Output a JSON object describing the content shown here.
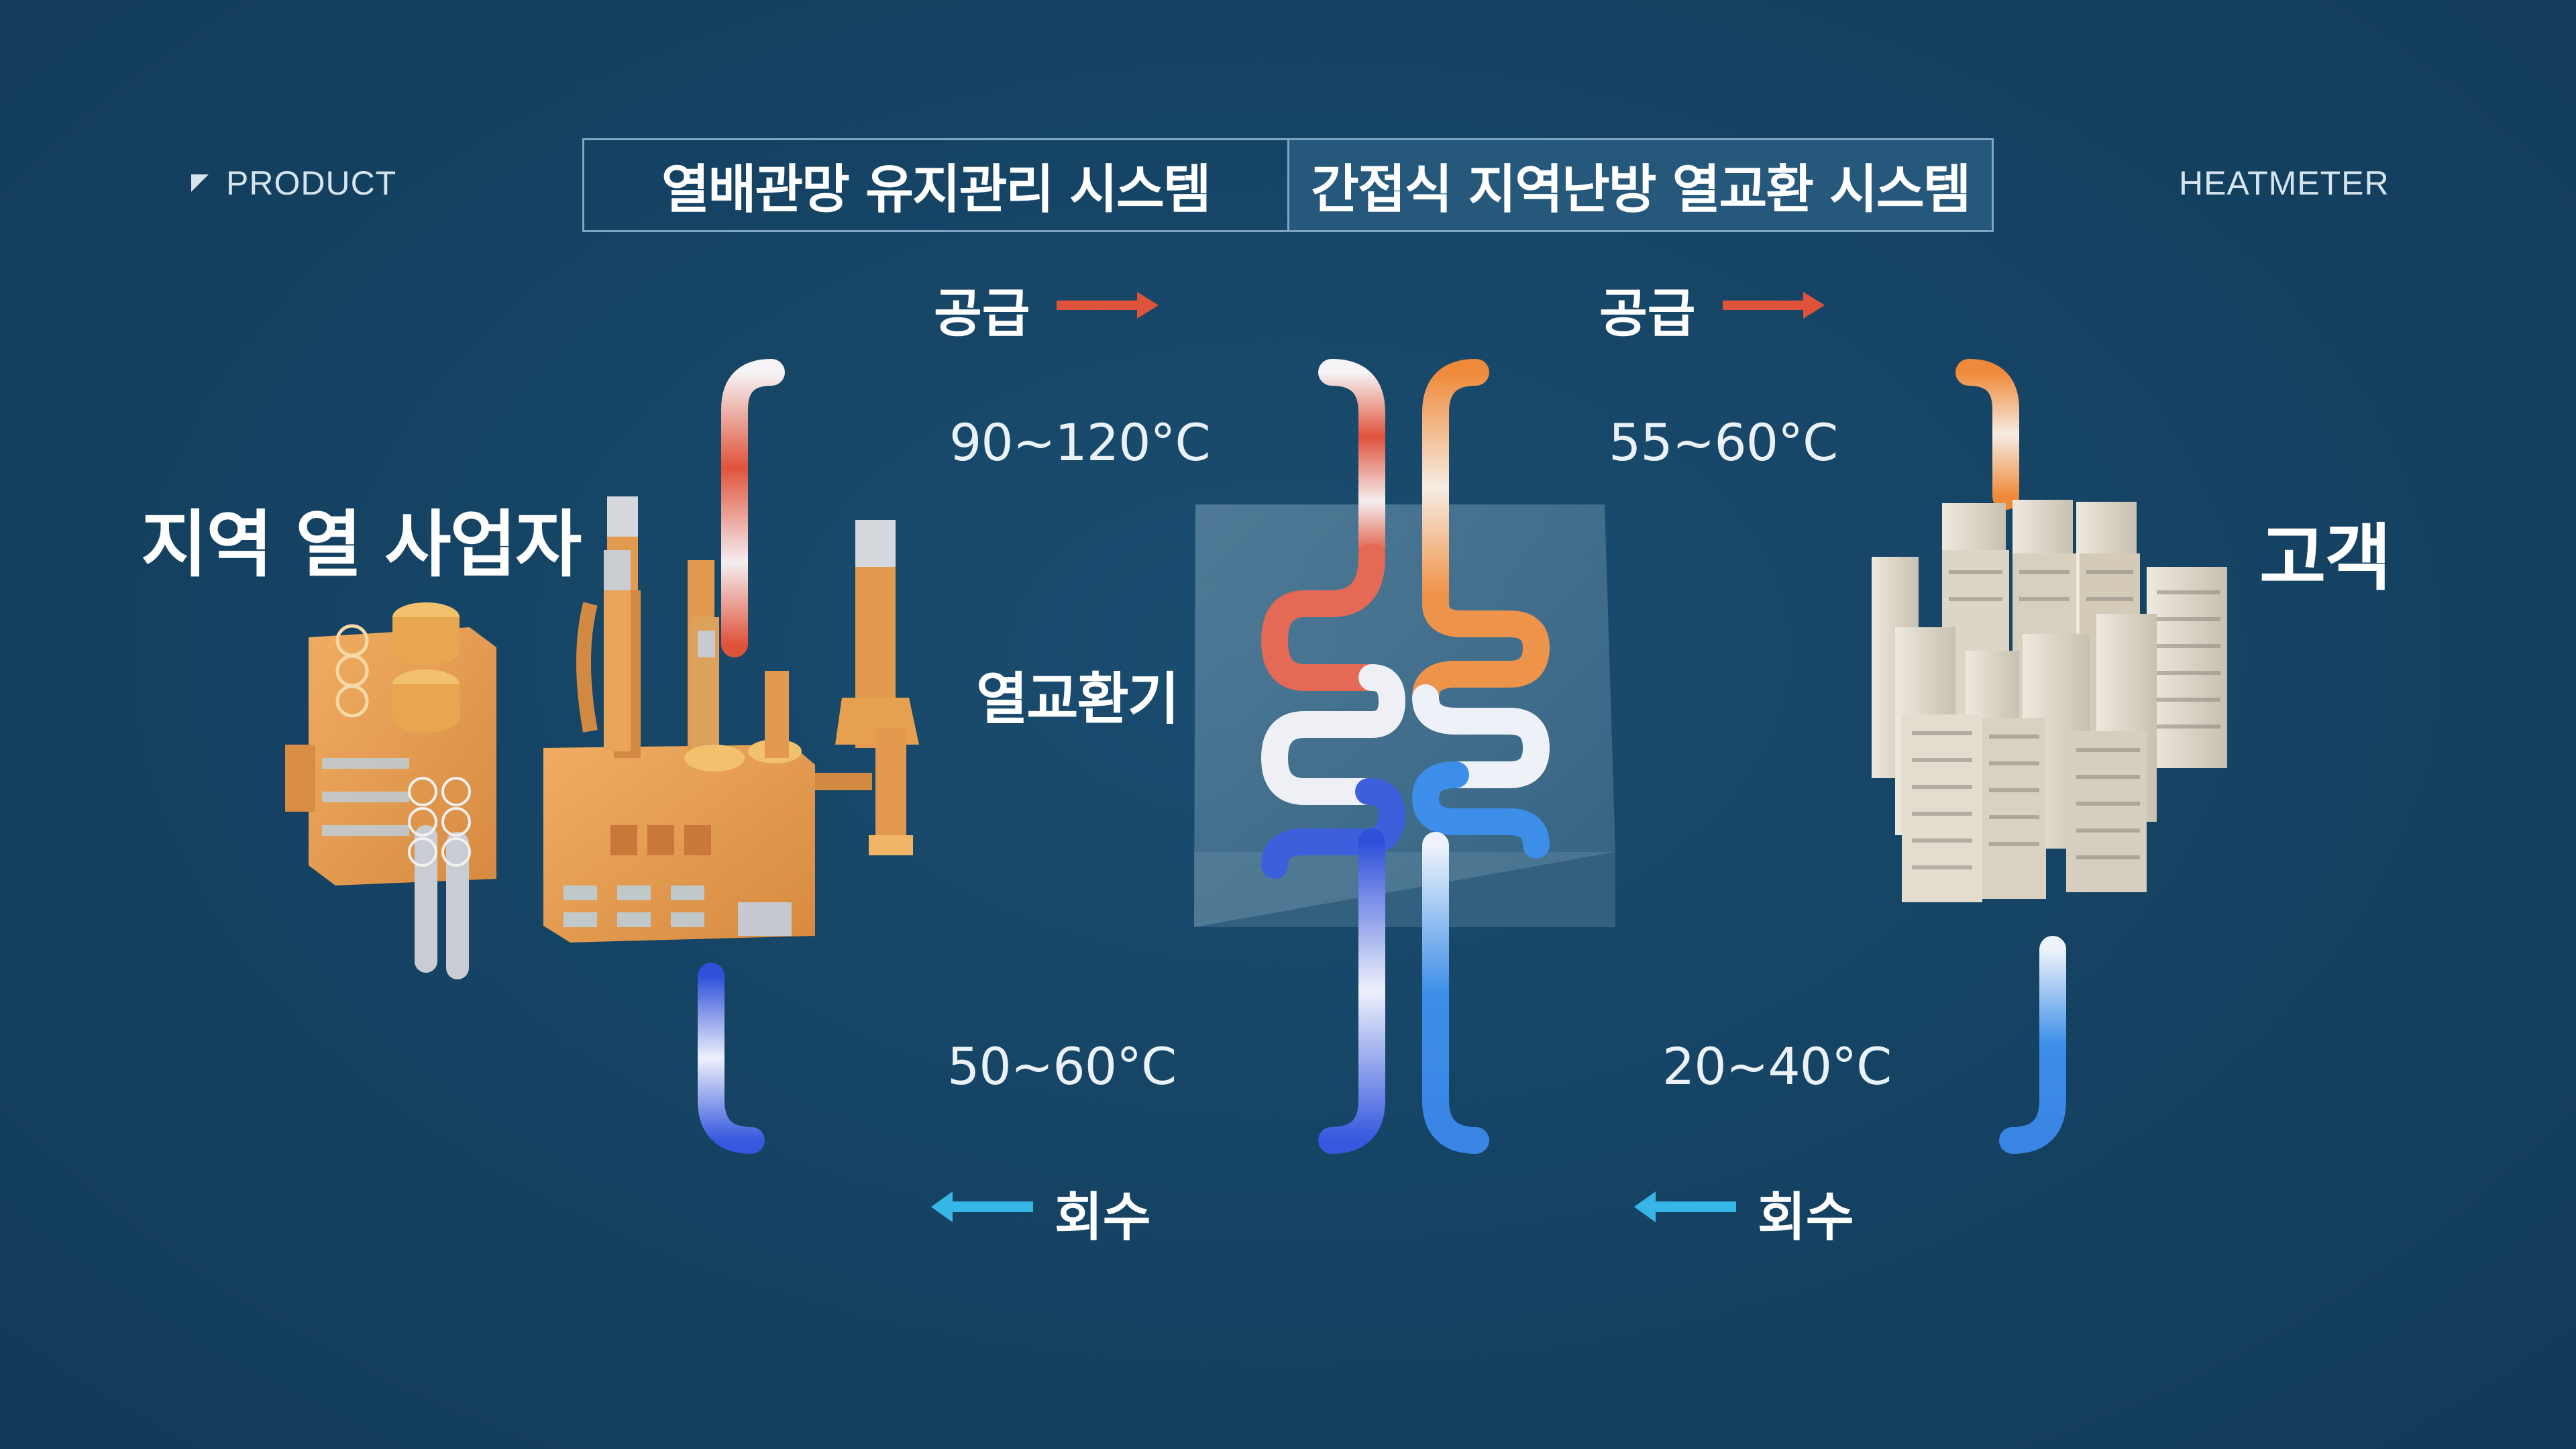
{
  "header": {
    "brand": "PRODUCT",
    "right_label": "HEATMETER",
    "tabs": [
      {
        "label": "열배관망 유지관리 시스템",
        "active": false
      },
      {
        "label": "간접식 지역난방 열교환 시스템",
        "active": true
      }
    ]
  },
  "diagram": {
    "supplier_label": "지역 열 사업자",
    "customer_label": "고객",
    "exchanger_label": "열교환기",
    "primary_loop": {
      "supply_label": "공급",
      "return_label": "회수",
      "supply_temp": "90~120°C",
      "return_temp": "50~60°C"
    },
    "secondary_loop": {
      "supply_label": "공급",
      "return_label": "회수",
      "supply_temp": "55~60°C",
      "return_temp": "20~40°C"
    }
  },
  "colors": {
    "background": "#164465",
    "hot": "#e0533b",
    "warm": "#ef8a3a",
    "cold": "#2f5be0",
    "cool": "#3d8ee8",
    "return_arrow": "#36b6e6",
    "factory": "#e39a4e",
    "buildings": "#d9d2c3"
  }
}
